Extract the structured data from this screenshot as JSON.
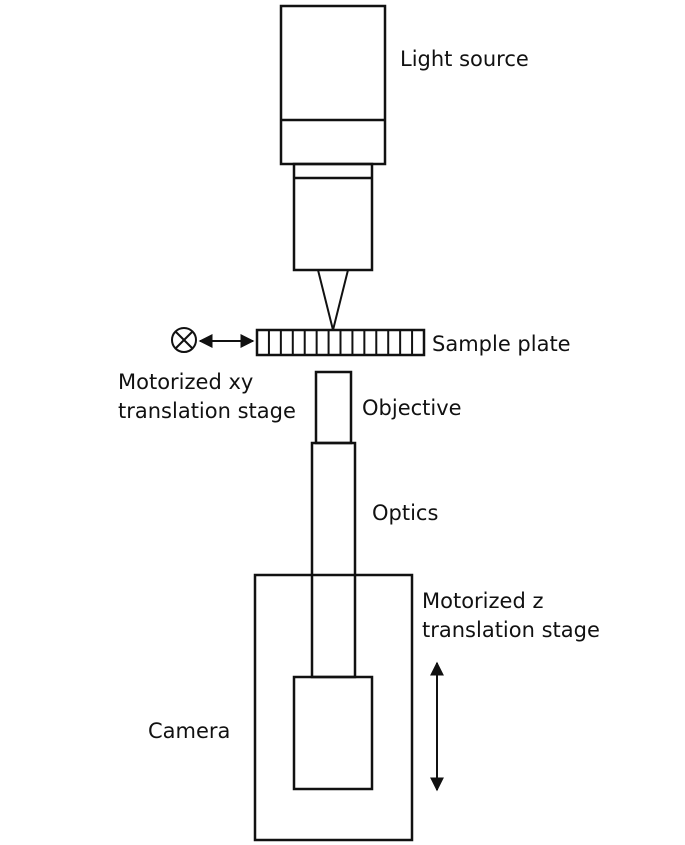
{
  "labels": {
    "light_source": "Light source",
    "sample_plate": "Sample plate",
    "xy_stage_line1": "Motorized xy",
    "xy_stage_line2": "translation stage",
    "objective": "Objective",
    "optics": "Optics",
    "z_stage_line1": "Motorized z",
    "z_stage_line2": "translation stage",
    "camera": "Camera"
  },
  "colors": {
    "stroke": "#111111",
    "background": "#ffffff"
  },
  "icons": {
    "xy_axis_symbol": "axis-into-page-icon",
    "xy_arrow": "double-arrow-horizontal-icon",
    "z_arrow": "double-arrow-vertical-icon"
  }
}
